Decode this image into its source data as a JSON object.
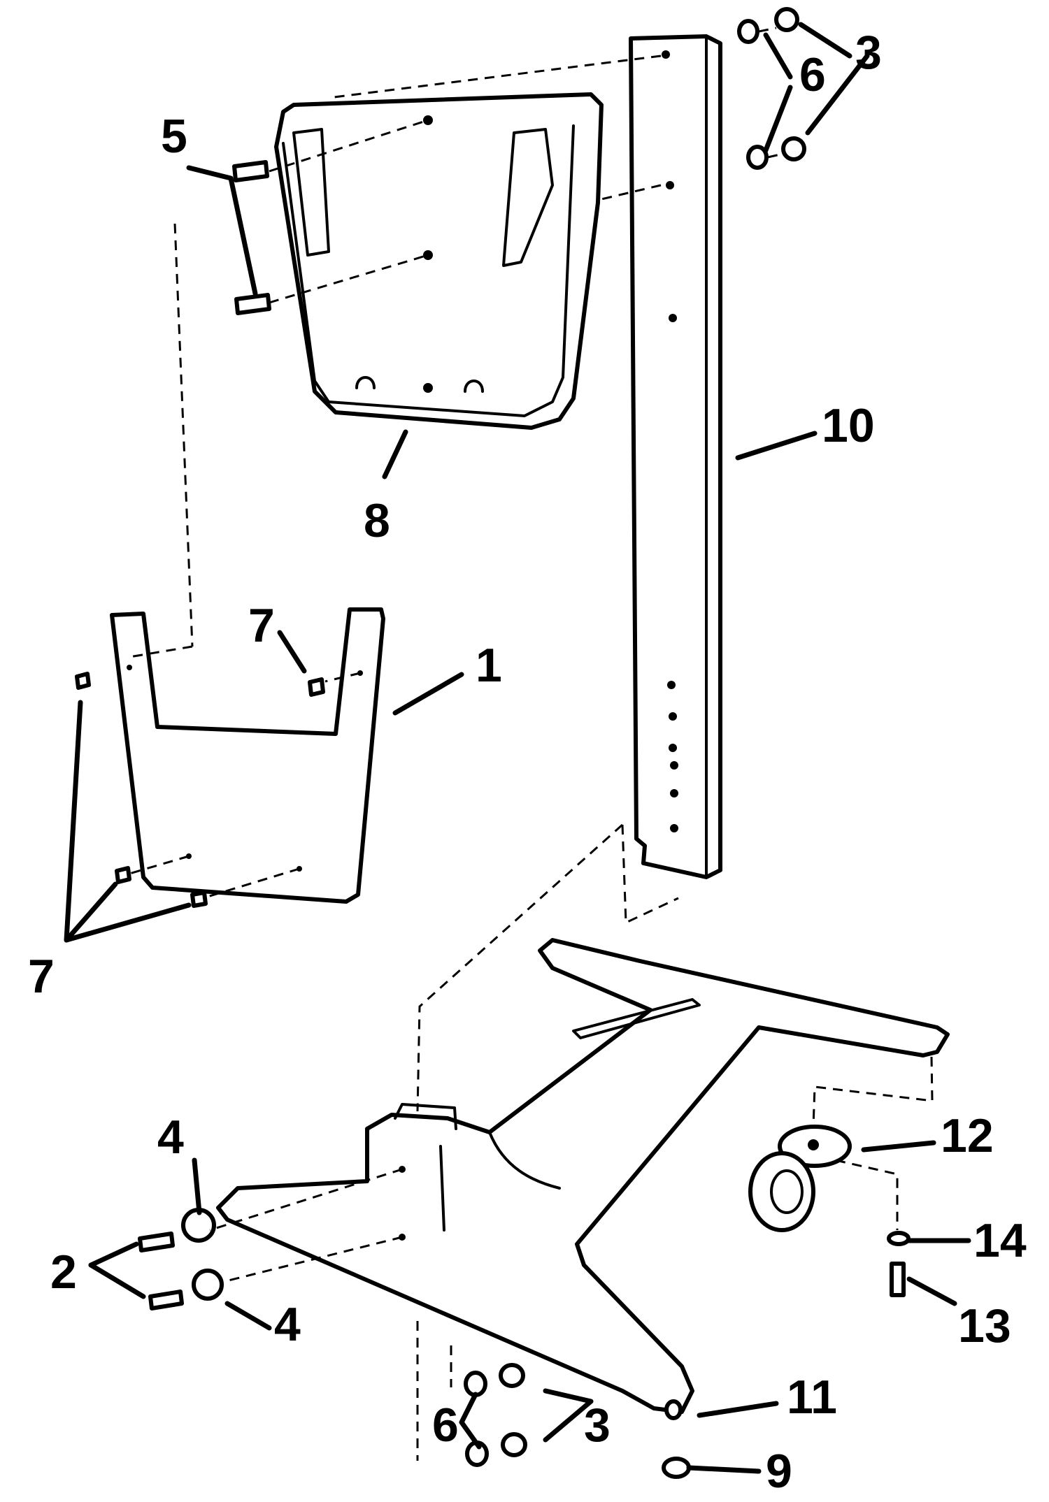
{
  "diagram": {
    "callouts": [
      "1",
      "2",
      "3",
      "3",
      "4",
      "4",
      "5",
      "6",
      "6",
      "7",
      "7",
      "8",
      "9",
      "10",
      "11",
      "12",
      "13",
      "14"
    ]
  }
}
